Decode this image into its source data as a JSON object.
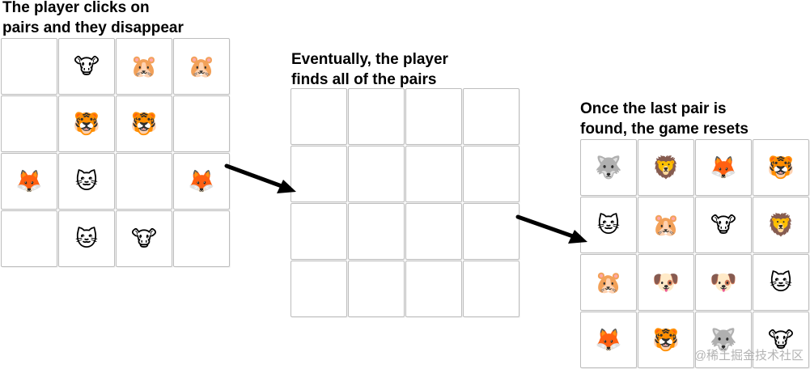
{
  "colors": {
    "card_border": "#bdbdbd",
    "arrow": "#000000",
    "text": "#000000",
    "watermark": "#b3b3b3"
  },
  "icon_glyphs": {
    "cow-face-icon": "🐮",
    "hamster-face-icon": "🐹",
    "tiger-face-icon": "🐯",
    "fox-face-icon": "🦊",
    "cat-face-icon": "🐱",
    "wolf-face-icon": "🐺",
    "lion-face-icon": "🦁",
    "dog-face-icon": "🐶"
  },
  "panels": [
    {
      "id": "step-1",
      "caption_line1": "The player clicks on",
      "caption_line2": "pairs and they disappear",
      "cards": [
        "",
        "cow-face-icon",
        "hamster-face-icon",
        "hamster-face-icon",
        "",
        "tiger-face-icon",
        "tiger-face-icon",
        "",
        "fox-face-icon",
        "cat-face-icon",
        "",
        "fox-face-icon",
        "",
        "cat-face-icon",
        "cow-face-icon",
        ""
      ]
    },
    {
      "id": "step-2",
      "caption_line1": "Eventually, the player",
      "caption_line2": "finds all of the pairs",
      "cards": [
        "",
        "",
        "",
        "",
        "",
        "",
        "",
        "",
        "",
        "",
        "",
        "",
        "",
        "",
        "",
        ""
      ]
    },
    {
      "id": "step-3",
      "caption_line1": "Once the last pair is",
      "caption_line2": "found, the game resets",
      "cards": [
        "wolf-face-icon",
        "lion-face-icon",
        "fox-face-icon",
        "tiger-face-icon",
        "cat-face-icon",
        "hamster-face-icon",
        "cow-face-icon",
        "lion-face-icon",
        "hamster-face-icon",
        "dog-face-icon",
        "dog-face-icon",
        "cat-face-icon",
        "fox-face-icon",
        "tiger-face-icon",
        "wolf-face-icon",
        "cow-face-icon"
      ]
    }
  ],
  "watermark": "@稀土掘金技术社区"
}
